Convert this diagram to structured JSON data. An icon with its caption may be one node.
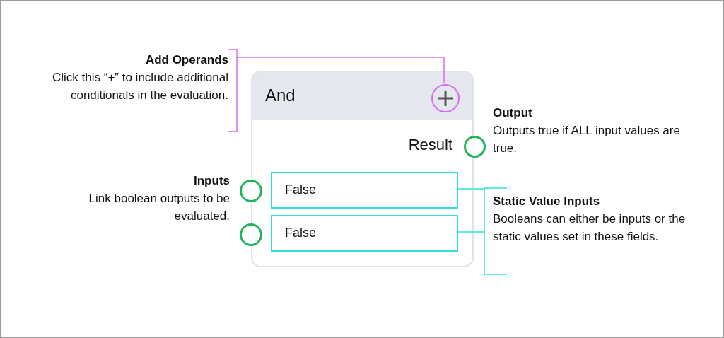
{
  "diagram": {
    "nodes": [
      {
        "text": [
          "Add Operands",
          "Click this “+” to include additional conditionals in the evaluation."
        ]
      },
      {
        "text": [
          "And"
        ]
      },
      {
        "text": [],
        "shape": "circle",
        "in": 1
      },
      {
        "text": [],
        "shape": "circle"
      },
      {
        "text": [],
        "shape": "circle",
        "in": 1
      },
      {
        "text": [
          "False"
        ],
        "in": 1
      },
      {
        "text": [],
        "shape": "circle",
        "in": 1
      },
      {
        "text": [
          "False"
        ],
        "in": 1
      },
      {
        "text": [
          "Static Value Inputs",
          "Booleans can either be inputs or the static values set in these fields."
        ]
      }
    ],
    "edges": [
      {
        "from": 0,
        "to": 2,
        "arrow": "none",
        "color": "#d66ef0"
      },
      {
        "from": 8,
        "to": 5,
        "arrow": "none",
        "color": "#30e0d8"
      },
      {
        "from": 8,
        "to": 7,
        "arrow": "none",
        "color": "#30e0d8"
      }
    ],
    "labels": [
      "Result",
      "Output",
      "Outputs true if ALL input values are true.",
      "Inputs",
      "Link boolean outputs to be evaluated."
    ]
  }
}
